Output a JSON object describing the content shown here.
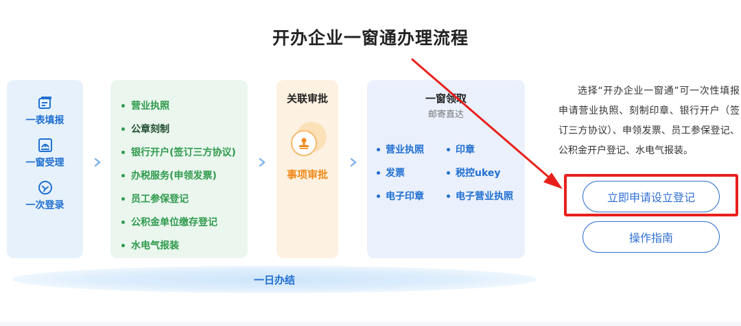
{
  "title": "开办企业一窗通办理流程",
  "step1": {
    "items": [
      {
        "label": "一表填报",
        "icon": "form-icon"
      },
      {
        "label": "一窗受理",
        "icon": "window-icon"
      },
      {
        "label": "一次登录",
        "icon": "login-icon"
      }
    ]
  },
  "step2": {
    "items": [
      "营业执照",
      "公章刻制",
      "银行开户(签订三方协议)",
      "办税服务(申领发票)",
      "员工参保登记",
      "公积金单位缴存登记",
      "水电气报装"
    ]
  },
  "step3": {
    "heading": "关联审批",
    "label": "事项审批",
    "icon": "stamp-icon"
  },
  "step4": {
    "heading": "一窗领取",
    "subheading": "邮寄直达",
    "items": [
      "营业执照",
      "印章",
      "发票",
      "税控ukey",
      "电子印章",
      "电子营业执照"
    ]
  },
  "footer_label": "一日办结",
  "description": "选择“开办企业一窗通”可一次性填报申请营业执照、刻制印章、银行开户（签订三方协议）、申领发票、员工参保登记、公积金开户登记、水电气报装。",
  "buttons": {
    "apply": "立即申请设立登记",
    "guide": "操作指南"
  },
  "colors": {
    "accent_blue": "#1f6fd1",
    "green": "#2f9a4c",
    "orange": "#f08a1c",
    "highlight_red": "#e8201c"
  }
}
